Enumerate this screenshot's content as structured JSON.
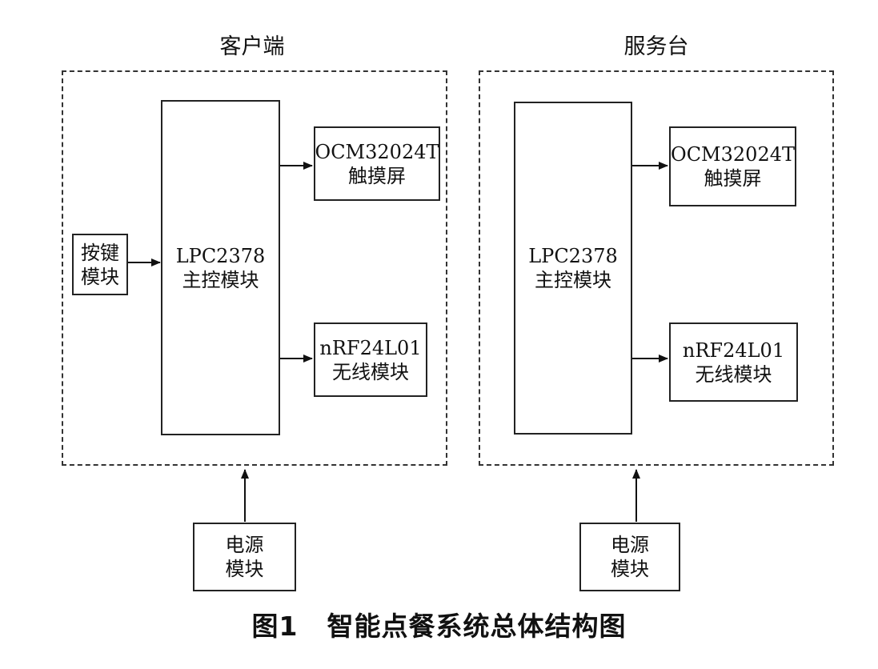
{
  "client": {
    "title": "客户端",
    "main_line1": "LPC2378",
    "main_line2": "主控模块",
    "touch_line1": "OCM32024T",
    "touch_line2": "触摸屏",
    "wireless_line1": "nRF24L01",
    "wireless_line2": "无线模块",
    "keys_line1": "按键",
    "keys_line2": "模块",
    "power_line1": "电源",
    "power_line2": "模块"
  },
  "server": {
    "title": "服务台",
    "main_line1": "LPC2378",
    "main_line2": "主控模块",
    "touch_line1": "OCM32024T",
    "touch_line2": "触摸屏",
    "wireless_line1": "nRF24L01",
    "wireless_line2": "无线模块",
    "power_line1": "电源",
    "power_line2": "模块"
  },
  "caption": {
    "figure": "图1",
    "text": "智能点餐系统总体结构图"
  }
}
